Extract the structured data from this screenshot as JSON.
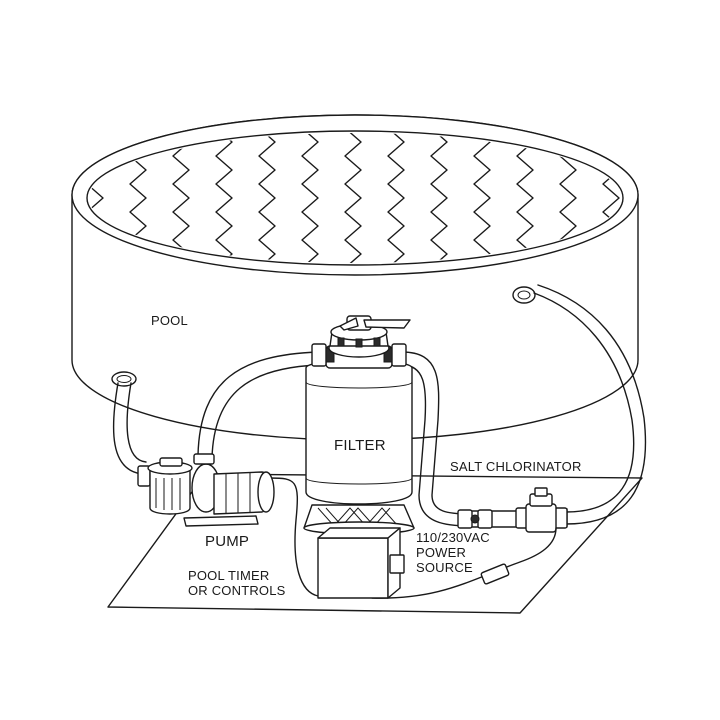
{
  "labels": {
    "pool": "POOL",
    "filter": "FILTER",
    "salt_chlorinator": "SALT CHLORINATOR",
    "pump": "PUMP",
    "power_source": [
      "110/230VAC",
      "POWER",
      "SOURCE"
    ],
    "pool_timer": [
      "POOL TIMER",
      "OR CONTROLS"
    ]
  }
}
